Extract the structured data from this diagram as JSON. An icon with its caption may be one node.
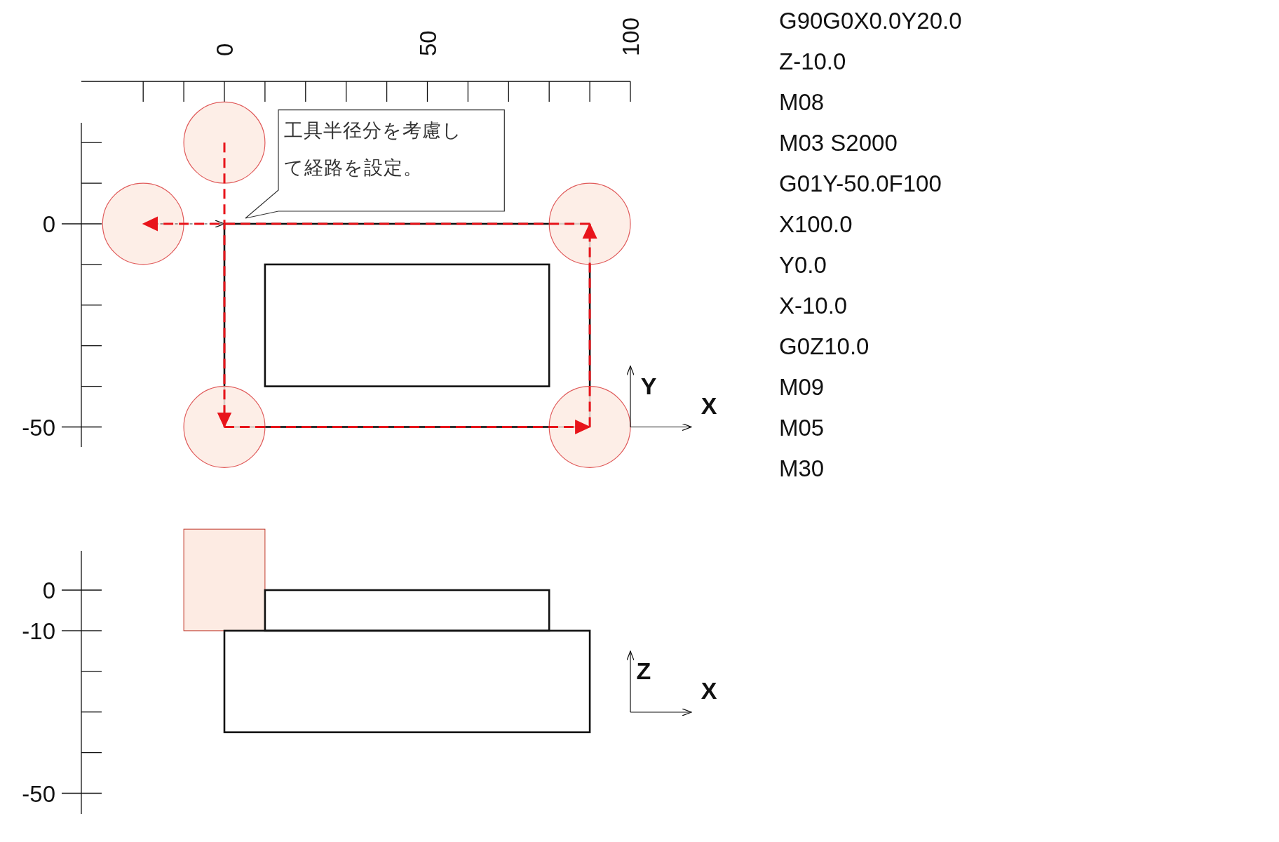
{
  "diagram": {
    "nodes": [
      {
        "text": [
          "工具半径分を考慮して経路を設定。"
        ]
      }
    ],
    "labels": [
      "0",
      "50",
      "100",
      "0",
      "-50",
      "Y",
      "X",
      "0",
      "-10",
      "-50",
      "Z",
      "X",
      "G90G0X0.0Y20.0",
      "Z-10.0",
      "M08",
      "M03 S2000",
      "G01Y-50.0F100",
      "X100.0",
      "Y0.0",
      "X-10.0",
      "G0Z10.0",
      "M09",
      "M05",
      "M30"
    ]
  }
}
